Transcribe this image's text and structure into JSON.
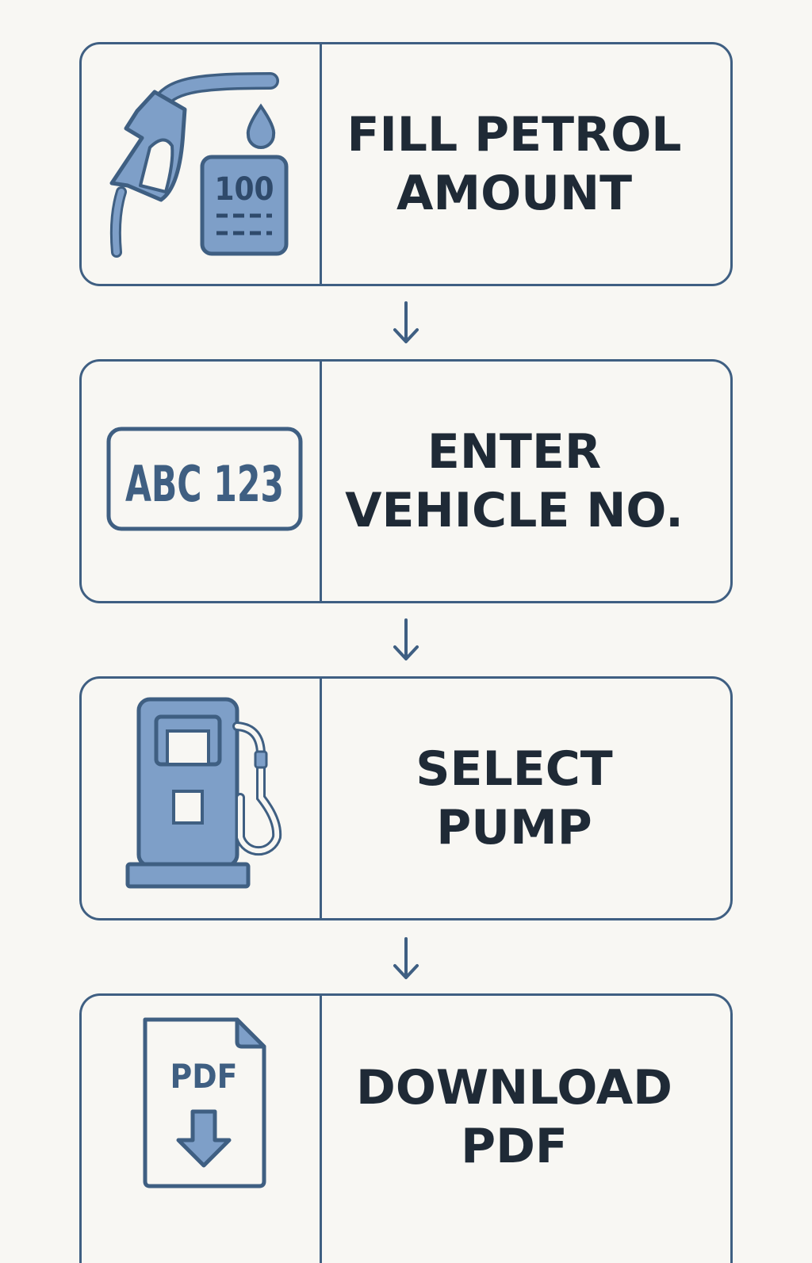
{
  "colors": {
    "background": "#f8f7f3",
    "border": "#3f5f82",
    "icon_fill": "#7e9fc8",
    "icon_stroke": "#3f5f82",
    "label_text": "#1f2a36"
  },
  "steps": [
    {
      "icon": "fuel-nozzle-meter-icon",
      "label_lines": [
        "FILL PETROL",
        "AMOUNT"
      ],
      "icon_text": "100"
    },
    {
      "icon": "license-plate-icon",
      "label_lines": [
        "ENTER",
        "VEHICLE NO."
      ],
      "icon_text": "ABC 123"
    },
    {
      "icon": "fuel-pump-icon",
      "label_lines": [
        "SELECT",
        "PUMP"
      ]
    },
    {
      "icon": "pdf-download-icon",
      "label_lines": [
        "DOWNLOAD",
        "PDF"
      ],
      "icon_text": "PDF"
    }
  ],
  "connectors": [
    "arrow-down-icon",
    "arrow-down-icon",
    "arrow-down-icon"
  ]
}
